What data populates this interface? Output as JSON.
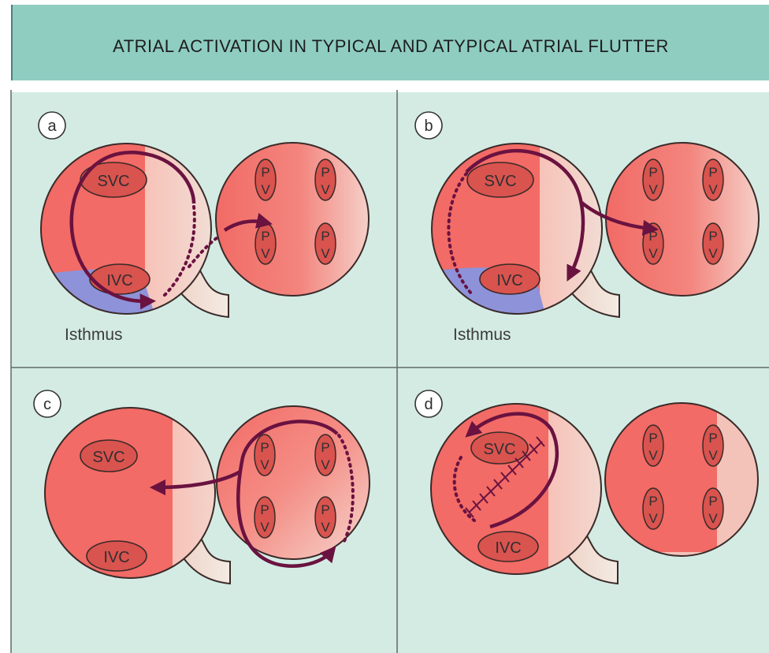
{
  "title": "ATRIAL ACTIVATION IN TYPICAL AND ATYPICAL ATRIAL FLUTTER",
  "colors": {
    "background": "#d4ebe4",
    "title_band": "#8fcdc1",
    "atrium": "#f26b66",
    "fade": "#f2d6cc",
    "isthmus": "#8e92d8",
    "vessel": "#d9534f",
    "arrow": "#6a1240",
    "outline": "#3a2a28"
  },
  "panels": [
    {
      "letter": "a",
      "svc": "SVC",
      "ivc": "IVC",
      "pv_top": "P",
      "pv_bottom": "V",
      "isthmus_label": "Isthmus"
    },
    {
      "letter": "b",
      "svc": "SVC",
      "ivc": "IVC",
      "pv_top": "P",
      "pv_bottom": "V",
      "isthmus_label": "Isthmus"
    },
    {
      "letter": "c",
      "svc": "SVC",
      "ivc": "IVC",
      "pv_top": "P",
      "pv_bottom": "V"
    },
    {
      "letter": "d",
      "svc": "SVC",
      "ivc": "IVC",
      "pv_top": "P",
      "pv_bottom": "V"
    }
  ]
}
